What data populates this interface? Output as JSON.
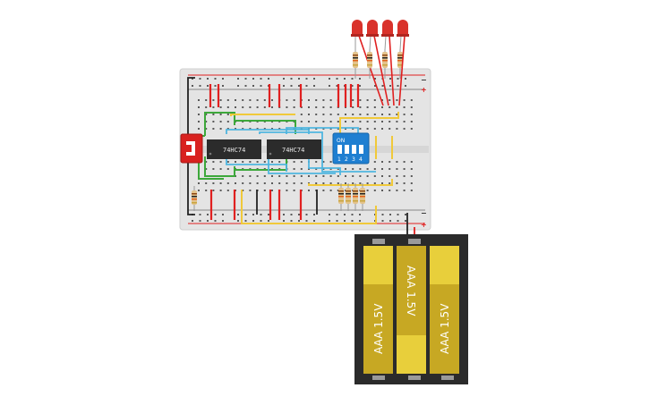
{
  "circuit": {
    "chips": [
      {
        "id": "u1",
        "label": "74HC74"
      },
      {
        "id": "u2",
        "label": "74HC74"
      }
    ],
    "dip_switch": {
      "on_label": "ON",
      "positions": [
        "1",
        "2",
        "3",
        "4"
      ]
    },
    "battery_pack": {
      "cells": [
        {
          "label": "AAA 1.5V"
        },
        {
          "label": "AAA 1.5V"
        },
        {
          "label": "AAA 1.5V"
        }
      ]
    },
    "leds": {
      "count": 4,
      "color": "#d9322b"
    },
    "colors": {
      "breadboard": "#e4e4e4",
      "wire_red": "#e02020",
      "wire_green": "#3da83b",
      "wire_blue": "#4fb6e0",
      "wire_yellow": "#f0c93a",
      "chip": "#2b2b2b",
      "dip_switch": "#1f7fd1",
      "battery_cell": "#e8cf3b",
      "battery_holder": "#2b2b2b"
    }
  }
}
